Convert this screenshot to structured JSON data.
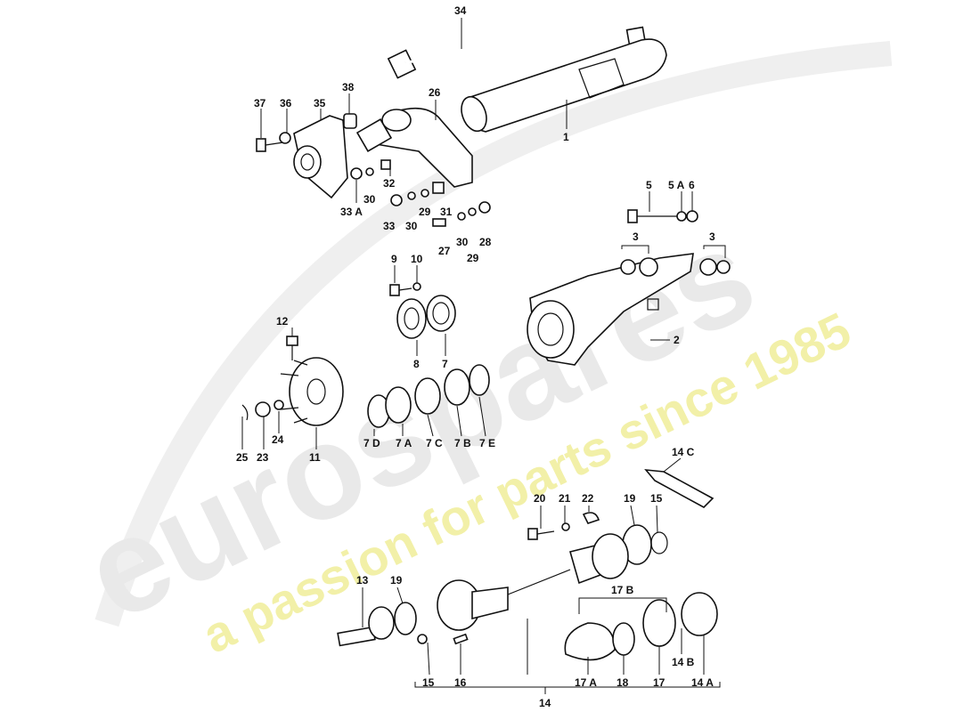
{
  "watermark": {
    "brand": "eurospares",
    "tagline": "a passion for parts since 1985"
  },
  "callouts": [
    {
      "id": "c34",
      "text": "34"
    },
    {
      "id": "c1",
      "text": "1"
    },
    {
      "id": "c37",
      "text": "37"
    },
    {
      "id": "c36",
      "text": "36"
    },
    {
      "id": "c35",
      "text": "35"
    },
    {
      "id": "c38",
      "text": "38"
    },
    {
      "id": "c26",
      "text": "26"
    },
    {
      "id": "c32",
      "text": "32"
    },
    {
      "id": "c30a",
      "text": "30"
    },
    {
      "id": "c33a",
      "text": "33 A"
    },
    {
      "id": "c29a",
      "text": "29"
    },
    {
      "id": "c31",
      "text": "31"
    },
    {
      "id": "c33",
      "text": "33"
    },
    {
      "id": "c30b",
      "text": "30"
    },
    {
      "id": "c27",
      "text": "27"
    },
    {
      "id": "c30c",
      "text": "30"
    },
    {
      "id": "c29b",
      "text": "29"
    },
    {
      "id": "c28",
      "text": "28"
    },
    {
      "id": "c5",
      "text": "5"
    },
    {
      "id": "c5a",
      "text": "5 A"
    },
    {
      "id": "c6",
      "text": "6"
    },
    {
      "id": "c3a",
      "text": "3"
    },
    {
      "id": "c3b",
      "text": "3"
    },
    {
      "id": "c9",
      "text": "9"
    },
    {
      "id": "c10",
      "text": "10"
    },
    {
      "id": "c8",
      "text": "8"
    },
    {
      "id": "c7",
      "text": "7"
    },
    {
      "id": "c2",
      "text": "2"
    },
    {
      "id": "c12",
      "text": "12"
    },
    {
      "id": "c25",
      "text": "25"
    },
    {
      "id": "c23",
      "text": "23"
    },
    {
      "id": "c24",
      "text": "24"
    },
    {
      "id": "c11",
      "text": "11"
    },
    {
      "id": "c7d",
      "text": "7 D"
    },
    {
      "id": "c7a",
      "text": "7 A"
    },
    {
      "id": "c7c",
      "text": "7 C"
    },
    {
      "id": "c7b",
      "text": "7 B"
    },
    {
      "id": "c7e",
      "text": "7 E"
    },
    {
      "id": "c14c",
      "text": "14 C"
    },
    {
      "id": "c20",
      "text": "20"
    },
    {
      "id": "c21",
      "text": "21"
    },
    {
      "id": "c22",
      "text": "22"
    },
    {
      "id": "c19a",
      "text": "19"
    },
    {
      "id": "c15a",
      "text": "15"
    },
    {
      "id": "c17b",
      "text": "17 B"
    },
    {
      "id": "c13",
      "text": "13"
    },
    {
      "id": "c19b",
      "text": "19"
    },
    {
      "id": "c15b",
      "text": "15"
    },
    {
      "id": "c16",
      "text": "16"
    },
    {
      "id": "c17a",
      "text": "17 A"
    },
    {
      "id": "c18",
      "text": "18"
    },
    {
      "id": "c17",
      "text": "17"
    },
    {
      "id": "c14b",
      "text": "14 B"
    },
    {
      "id": "c14a",
      "text": "14 A"
    },
    {
      "id": "c14",
      "text": "14"
    }
  ]
}
